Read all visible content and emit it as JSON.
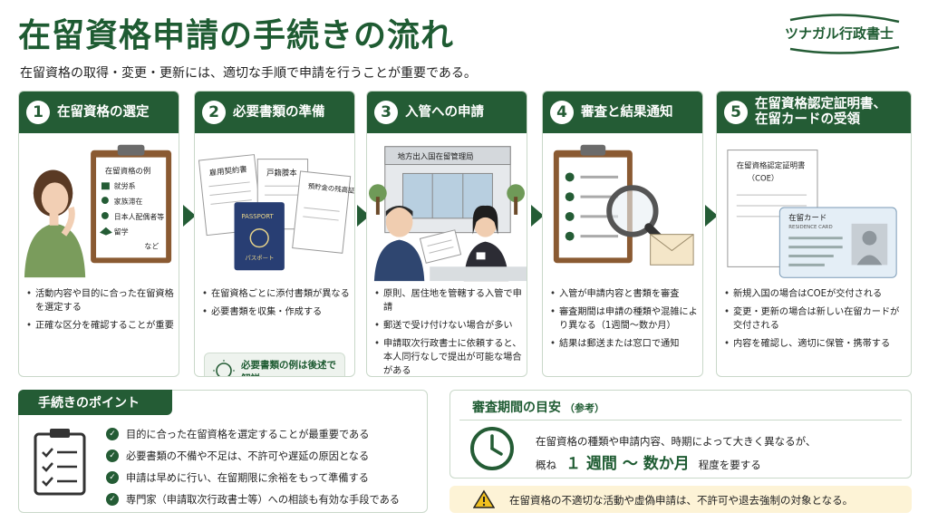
{
  "header": {
    "title": "在留資格申請の手続きの流れ",
    "subtitle": "在留資格の取得・変更・更新には、適切な手順で申請を行うことが重要である。",
    "logo": "ツナガル行政書士"
  },
  "steps": [
    {
      "number": "1",
      "title": "在留資格の選定",
      "clipboard_title": "在留資格の例",
      "clipboard_items": [
        "就労系",
        "家族滞在",
        "日本人配偶者等",
        "留学"
      ],
      "clipboard_more": "など",
      "bullets": [
        "活動内容や目的に合った在留資格を選定する",
        "正確な区分を確認することが重要"
      ]
    },
    {
      "number": "2",
      "title": "必要書類の準備",
      "doc_labels": [
        "雇用契約書",
        "戸籍謄本",
        "預貯金の残高証明",
        "PASSPORT",
        "パスポート"
      ],
      "bullets": [
        "在留資格ごとに添付書類が異なる",
        "必要書類を収集・作成する"
      ],
      "tip": "必要書類の例は後述で解説"
    },
    {
      "number": "3",
      "title": "入管への申請",
      "building_sign": "地方出入国在留管理局",
      "bullets": [
        "原則、居住地を管轄する入管で申請",
        "郵送で受け付けない場合が多い",
        "申請取次行政書士に依頼すると、本人同行なしで提出が可能な場合がある"
      ]
    },
    {
      "number": "4",
      "title": "審査と結果通知",
      "bullets": [
        "入管が申請内容と書類を審査",
        "審査期間は申請の種類や混雑により異なる（1週間〜数か月）",
        "結果は郵送または窓口で通知"
      ]
    },
    {
      "number": "5",
      "title_l1": "在留資格認定証明書、",
      "title_l2": "在留カードの受領",
      "coe_label": "在留資格認定証明書",
      "coe_sub": "（COE）",
      "card_label": "在留カード",
      "card_sub": "RESIDENCE CARD",
      "bullets": [
        "新規入国の場合はCOEが交付される",
        "変更・更新の場合は新しい在留カードが交付される",
        "内容を確認し、適切に保管・携帯する"
      ]
    }
  ],
  "points": {
    "title": "手続きのポイント",
    "items": [
      "目的に合った在留資格を選定することが最重要である",
      "必要書類の不備や不足は、不許可や遅延の原因となる",
      "申請は早めに行い、在留期限に余裕をもって準備する",
      "専門家（申請取次行政書士等）への相談も有効な手段である"
    ]
  },
  "period": {
    "title": "審査期間の目安",
    "note": "（参考）",
    "text": "在留資格の種類や申請内容、時期によって大きく異なるが、",
    "prefix": "概ね",
    "big": "１ 週間 〜 数か月",
    "suffix": "程度を要する"
  },
  "warning": {
    "text": "在留資格の不適切な活動や虚偽申請は、不許可や退去強制の対象となる。"
  },
  "colors": {
    "primary": "#245c35",
    "light": "#eef3ee",
    "warn_bg": "#fdf3d6"
  }
}
